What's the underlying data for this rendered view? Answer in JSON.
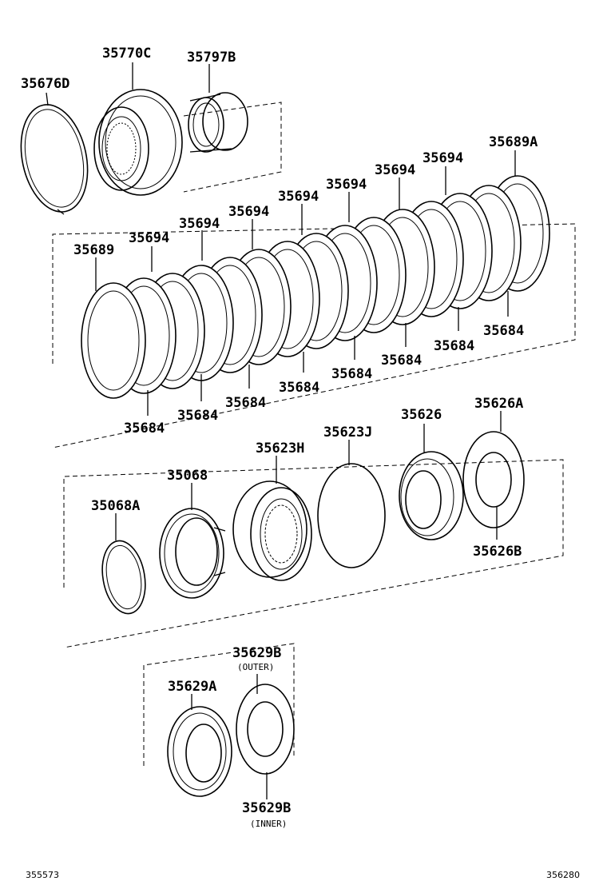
{
  "labels": {
    "p35676d": "35676D",
    "p35770c": "35770C",
    "p35797b": "35797B",
    "p35689a": "35689A",
    "p35689": "35689",
    "p35694": "35694",
    "p35684": "35684",
    "p35068": "35068",
    "p35068a": "35068A",
    "p35623h": "35623H",
    "p35623j": "35623J",
    "p35626": "35626",
    "p35626a": "35626A",
    "p35626b": "35626B",
    "p35629a": "35629A",
    "p35629b": "35629B",
    "outer": "(OUTER)",
    "inner": "(INNER)"
  },
  "refs": {
    "left": "355573",
    "right": "356280"
  }
}
